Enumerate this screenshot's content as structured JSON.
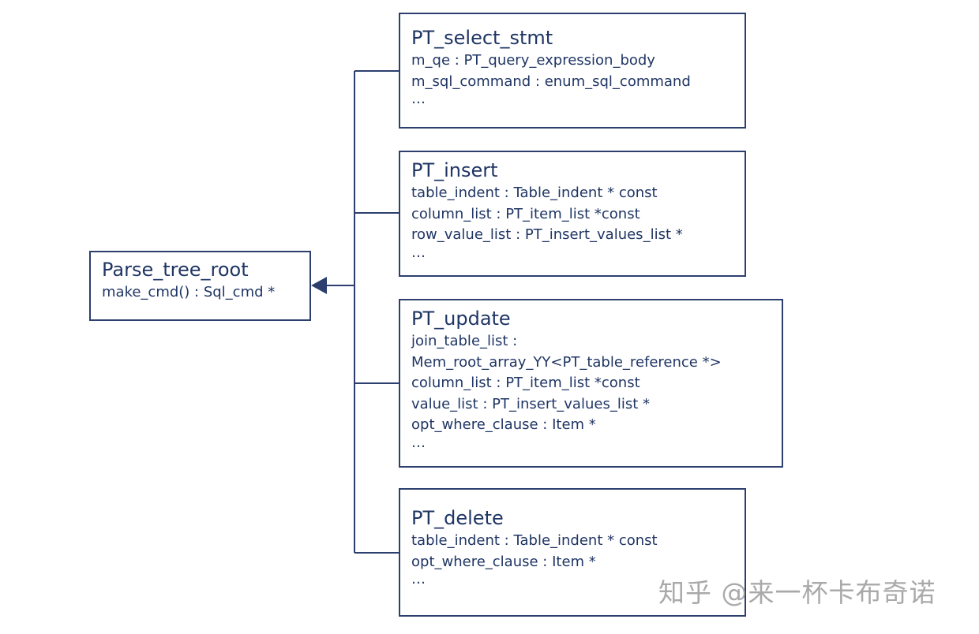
{
  "root": {
    "title": "Parse_tree_root",
    "fields": [
      "make_cmd() : Sql_cmd *"
    ]
  },
  "children": [
    {
      "title": "PT_select_stmt",
      "fields": [
        "m_qe : PT_query_expression_body",
        "m_sql_command : enum_sql_command"
      ],
      "ellipsis": "…"
    },
    {
      "title": "PT_insert",
      "fields": [
        "table_indent : Table_indent * const",
        "column_list : PT_item_list *const",
        "row_value_list : PT_insert_values_list *"
      ],
      "ellipsis": "…"
    },
    {
      "title": "PT_update",
      "fields": [
        "join_table_list :",
        "Mem_root_array_YY<PT_table_reference *>",
        "column_list : PT_item_list *const",
        "value_list : PT_insert_values_list *",
        "opt_where_clause : Item *"
      ],
      "ellipsis": "…"
    },
    {
      "title": "PT_delete",
      "fields": [
        "table_indent : Table_indent * const",
        "opt_where_clause : Item *"
      ],
      "ellipsis": "…"
    }
  ],
  "watermark": "知乎 @来一杯卡布奇诺",
  "colors": {
    "line": "#2c3f6e",
    "text": "#1f3564",
    "watermark": "#8d8d8d"
  }
}
